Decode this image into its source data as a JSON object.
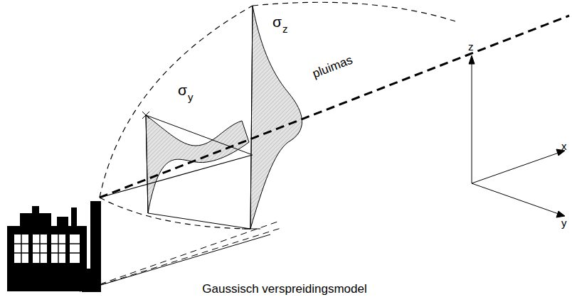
{
  "diagram": {
    "caption": "Gaussisch verspreidingsmodel",
    "labels": [
      "σ",
      "z",
      "σ",
      "y",
      "pluimas",
      "z",
      "x",
      "y"
    ]
  }
}
